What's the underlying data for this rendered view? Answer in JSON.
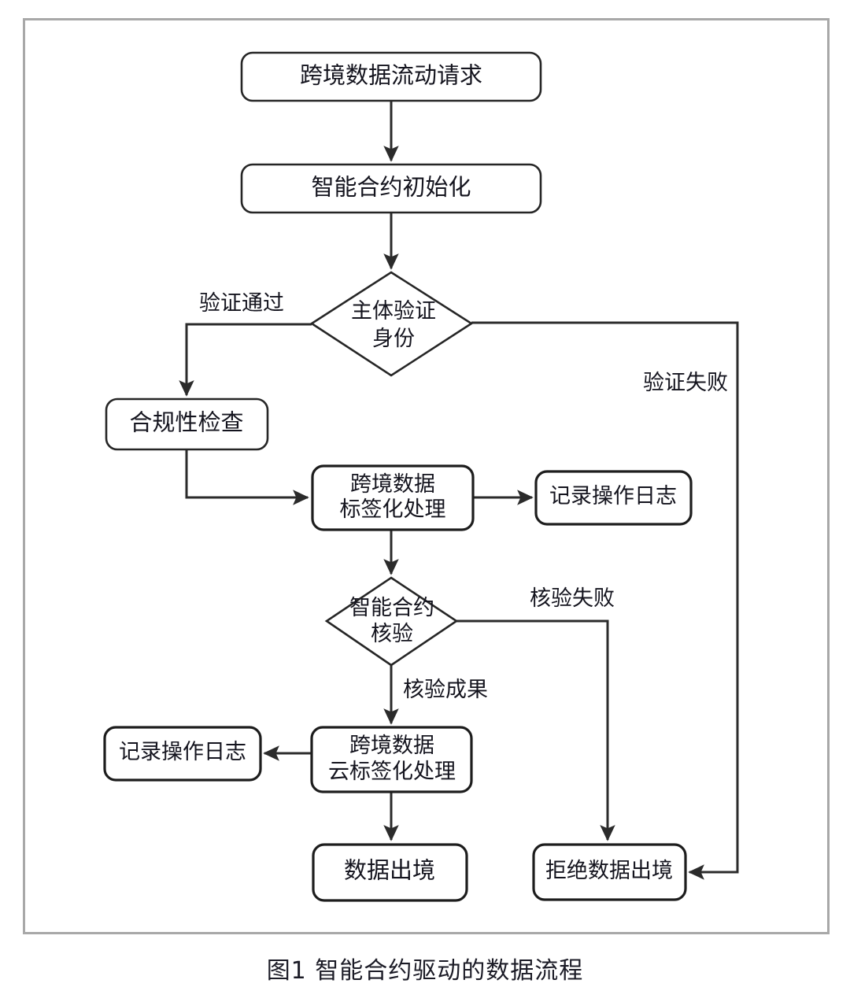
{
  "figure": {
    "caption": "图1  智能合约驱动的数据流程",
    "frame_color": "#a8a8a8",
    "line_color": "#2b2b2b",
    "text_color": "#14141e",
    "background": "#ffffff"
  },
  "nodes": {
    "request": {
      "label": "跨境数据流动请求",
      "shape": "rounded-rect"
    },
    "init": {
      "label": "智能合约初始化",
      "shape": "rounded-rect"
    },
    "identity_check": {
      "label_line1": "主体验证",
      "label_line2": "身份",
      "shape": "diamond"
    },
    "compliance": {
      "label": "合规性检查",
      "shape": "rounded-rect"
    },
    "tagging": {
      "label_line1": "跨境数据",
      "label_line2": "标签化处理",
      "shape": "rounded-rect"
    },
    "log_upper": {
      "label": "记录操作日志",
      "shape": "rounded-rect"
    },
    "contract_verify": {
      "label_line1": "智能合约",
      "label_line2": "核验",
      "shape": "diamond"
    },
    "cloud_tagging": {
      "label_line1": "跨境数据",
      "label_line2": "云标签化处理",
      "shape": "rounded-rect"
    },
    "log_lower": {
      "label": "记录操作日志",
      "shape": "rounded-rect"
    },
    "data_export": {
      "label": "数据出境",
      "shape": "rounded-rect"
    },
    "data_rejected": {
      "label": "拒绝数据出境",
      "shape": "rounded-rect"
    }
  },
  "edges": {
    "identity_pass": {
      "label": "验证通过"
    },
    "identity_fail": {
      "label": "验证失败"
    },
    "verify_fail": {
      "label": "核验失败"
    },
    "verify_success": {
      "label": "核验成果"
    }
  }
}
